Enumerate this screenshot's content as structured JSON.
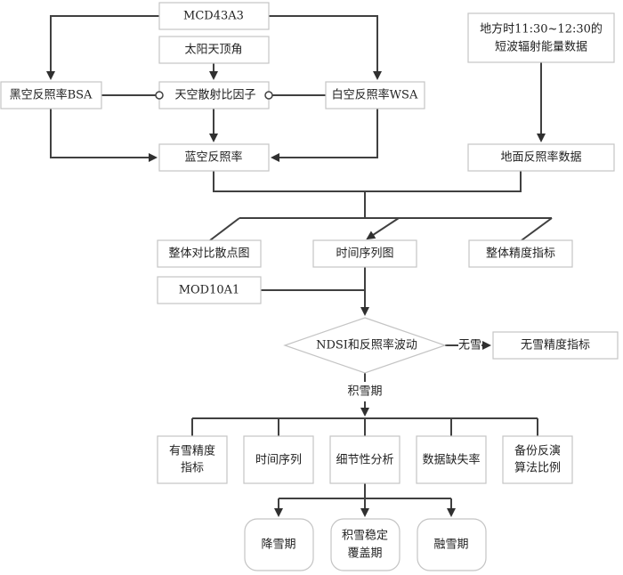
{
  "diagram": {
    "nodes": {
      "mcd43a3": "MCD43A3",
      "solar_zenith": "太阳天顶角",
      "bsa": "黑空反照率BSA",
      "sky_ratio": "天空散射比因子",
      "wsa": "白空反照率WSA",
      "blue_sky": "蓝空反照率",
      "shortwave_line1": "地方时11:30~12:30的",
      "shortwave_line2": "短波辐射能量数据",
      "ground_albedo": "地面反照率数据",
      "scatter": "整体对比散点图",
      "timeseries_chart": "时间序列图",
      "overall_accuracy": "整体精度指标",
      "mod10a1": "MOD10A1",
      "decision": "NDSI和反照率波动",
      "no_snow_edge": "无雪",
      "no_snow_accuracy": "无雪精度指标",
      "snow_period_edge": "积雪期",
      "snow_accuracy_line1": "有雪精度",
      "snow_accuracy_line2": "指标",
      "timeseries": "时间序列",
      "detail_analysis": "细节性分析",
      "missing_rate": "数据缺失率",
      "backup_line1": "备份反演",
      "backup_line2": "算法比例",
      "snowfall": "降雪期",
      "stable_line1": "积雪稳定",
      "stable_line2": "覆盖期",
      "melt": "融雪期"
    }
  }
}
